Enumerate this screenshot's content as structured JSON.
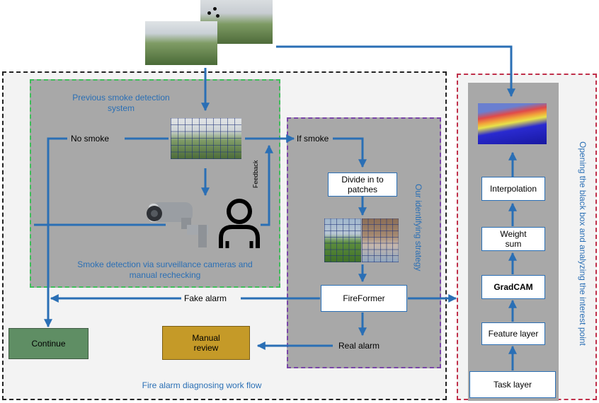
{
  "titles": {
    "previous_system": "Previous smoke detection system",
    "surveillance": "Smoke detection via surveillance cameras and manual rechecking",
    "workflow": "Fire alarm diagnosing work flow",
    "our_strategy": "Our identifying strategy",
    "blackbox": "Opening the black box and analyzing the interest point"
  },
  "labels": {
    "no_smoke": "No smoke",
    "if_smoke": "If smoke",
    "feedback": "Feedback",
    "fake_alarm": "Fake alarm",
    "real_alarm": "Real alarm"
  },
  "nodes": {
    "divide": "Divide in to patches",
    "fireformer": "FireFormer",
    "continue": "Continue",
    "manual_review": "Manual review",
    "interpolation": "Interpolation",
    "weight_sum": "Weight sum",
    "gradcam": "GradCAM",
    "feature_layer": "Feature layer",
    "task_layer": "Task layer"
  },
  "icons": [
    "landscape-photo-icon",
    "camera-icon",
    "person-icon",
    "heatmap-icon"
  ],
  "colors": {
    "arrow": "#2a6fb5",
    "continue_fill": "#5f8e64",
    "manual_fill": "#c59a28",
    "green_border": "#3fbf5a",
    "purple_border": "#7a46a8",
    "red_border": "#c0304a"
  }
}
